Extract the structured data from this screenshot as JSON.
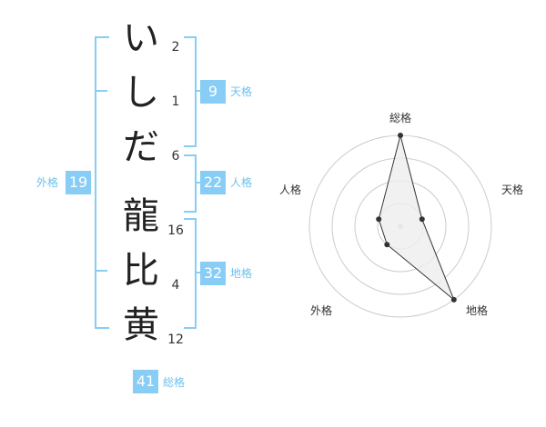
{
  "name": {
    "chars": [
      "い",
      "し",
      "だ",
      "龍",
      "比",
      "黄"
    ],
    "strokes": [
      "2",
      "1",
      "6",
      "16",
      "4",
      "12"
    ]
  },
  "grids": {
    "tenkaku": {
      "value": "9",
      "label": "天格"
    },
    "jinkaku": {
      "value": "22",
      "label": "人格"
    },
    "chikaku": {
      "value": "32",
      "label": "地格"
    },
    "gaikaku": {
      "value": "19",
      "label": "外格"
    },
    "soukaku": {
      "value": "41",
      "label": "総格"
    }
  },
  "radar": {
    "axes": [
      "総格",
      "天格",
      "地格",
      "外格",
      "人格"
    ],
    "values": [
      4,
      1,
      4,
      1,
      1
    ],
    "max": 4,
    "rings": 4,
    "colors": {
      "ring": "#cccccc",
      "fill": "#eeeeee",
      "line": "#333333",
      "center": "#cccccc"
    }
  }
}
